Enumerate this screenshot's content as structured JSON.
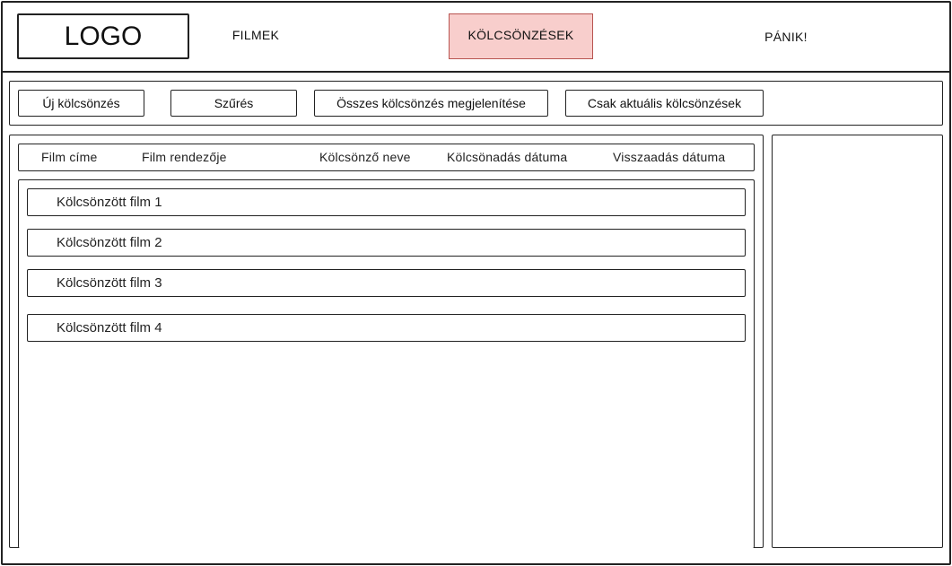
{
  "header": {
    "logo": "LOGO",
    "nav": {
      "films": "FILMEK",
      "rentals": "KÖLCSÖNZÉSEK",
      "panic": "PÁNIK!"
    },
    "active_color": "#f8cecc",
    "active_border": "#b85450"
  },
  "toolbar": {
    "new_rental": "Új kölcsönzés",
    "filter": "Szűrés",
    "show_all": "Összes kölcsönzés megjelenítése",
    "only_current": "Csak aktuális kölcsönzések"
  },
  "table": {
    "columns": [
      "Film címe",
      "Film rendezője",
      "Kölcsönző neve",
      "Kölcsönadás dátuma",
      "Visszaadás dátuma"
    ],
    "rows": [
      "Kölcsönzött film 1",
      "Kölcsönzött film 2",
      "Kölcsönzött film 3",
      "Kölcsönzött film 4"
    ]
  }
}
